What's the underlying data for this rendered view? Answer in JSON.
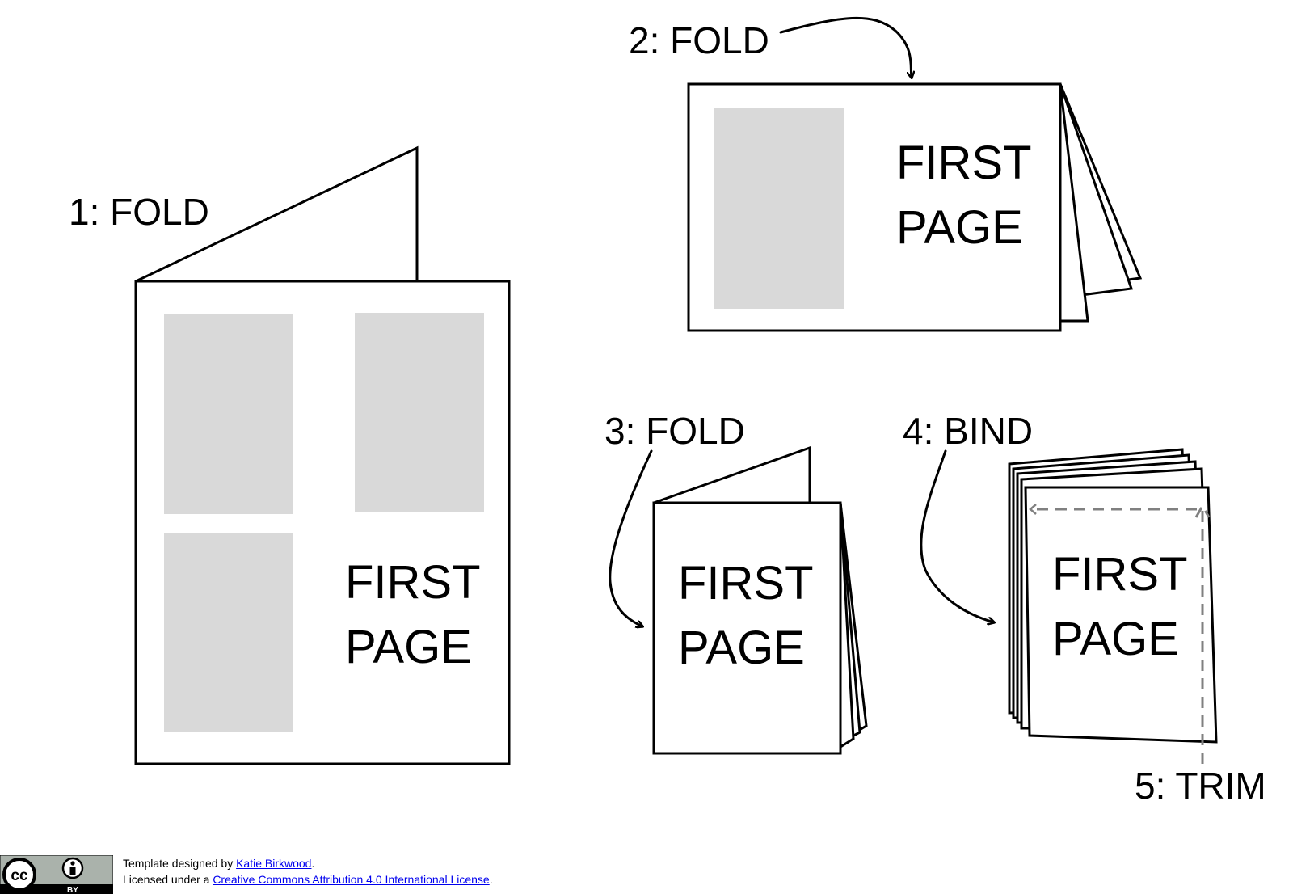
{
  "steps": {
    "step1": "1: FOLD",
    "step2": "2: FOLD",
    "step3": "3: FOLD",
    "step4": "4: BIND",
    "step5": "5: TRIM"
  },
  "page_label": {
    "line1": "FIRST",
    "line2": "PAGE"
  },
  "footer": {
    "line1_prefix": "Template designed by ",
    "author_link": "Katie Birkwood",
    "line1_suffix": ".",
    "line2_prefix": "Licensed under a ",
    "license_link": "Creative Commons Attribution 4.0 International License",
    "line2_suffix": "."
  },
  "badge": {
    "cc_text": "cc",
    "by_text": "BY"
  },
  "colors": {
    "photo_placeholder": "#d9d9d9",
    "trim_line": "#808080",
    "link": "#0000ee"
  }
}
